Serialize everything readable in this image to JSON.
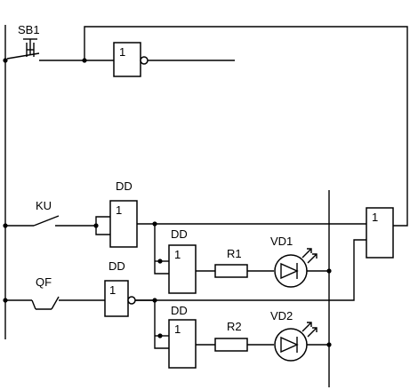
{
  "labels": {
    "sb1": "SB1",
    "ku": "KU",
    "qf": "QF",
    "dd_a": "DD",
    "dd_b": "DD",
    "dd_c": "DD",
    "dd_d": "DD",
    "r1": "R1",
    "r2": "R2",
    "vd1": "VD1",
    "vd2": "VD2"
  },
  "gates": {
    "inv_top": "1",
    "buf_ku": "1",
    "buf_upper": "1",
    "inv_qf": "1",
    "buf_lower": "1",
    "gate_right": "1"
  }
}
